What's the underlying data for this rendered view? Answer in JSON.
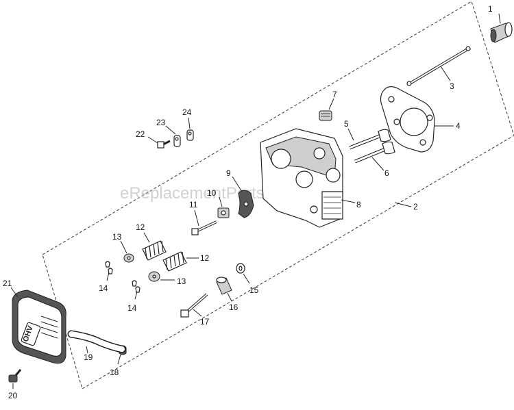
{
  "watermark": "eReplacementParts.com",
  "cover_label": "OHV",
  "callouts": {
    "p1": "1",
    "p2": "2",
    "p3": "3",
    "p4": "4",
    "p5": "5",
    "p6": "6",
    "p7": "7",
    "p8": "8",
    "p9": "9",
    "p10": "10",
    "p11": "11",
    "p12a": "12",
    "p12b": "12",
    "p13a": "13",
    "p13b": "13",
    "p14a": "14",
    "p14b": "14",
    "p15": "15",
    "p16": "16",
    "p17": "17",
    "p18": "18",
    "p19": "19",
    "p20": "20",
    "p21": "21",
    "p22": "22",
    "p23": "23",
    "p24": "24"
  }
}
